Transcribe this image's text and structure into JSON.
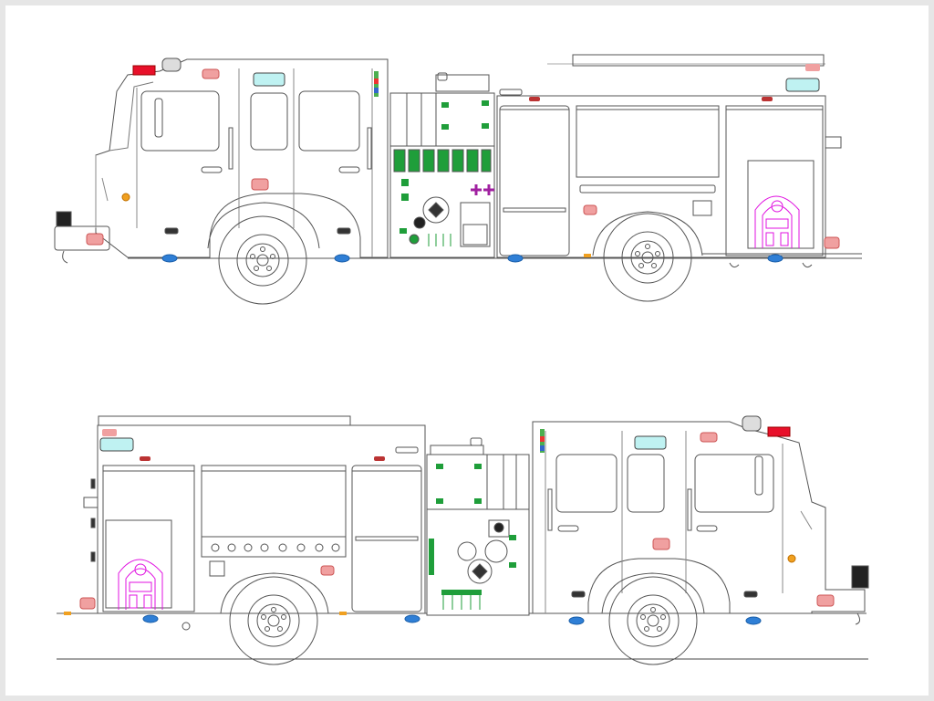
{
  "document": {
    "type": "fire apparatus side elevation drawing",
    "views": [
      {
        "id": "driver-side",
        "facing": "left"
      },
      {
        "id": "officer-side",
        "facing": "right"
      }
    ]
  },
  "colors": {
    "frame_background": "#e6e6e6",
    "paper": "#ffffff",
    "line": "#555555",
    "light_line": "#9a9a9a",
    "warning_light_red": "#e8102a",
    "side_light_pink": "#f0a0a0",
    "marker_blue": "#2f7fd6",
    "marker_amber": "#f0a020",
    "gauge_green": "#1f9e3a",
    "emblem_magenta": "#e010e0",
    "window_cyan": "#bff2f2"
  },
  "icons": [
    "warning-light",
    "scene-light",
    "compartment-light",
    "marker-light",
    "pump-gauge",
    "emblem-logo",
    "mirror",
    "wheel"
  ]
}
